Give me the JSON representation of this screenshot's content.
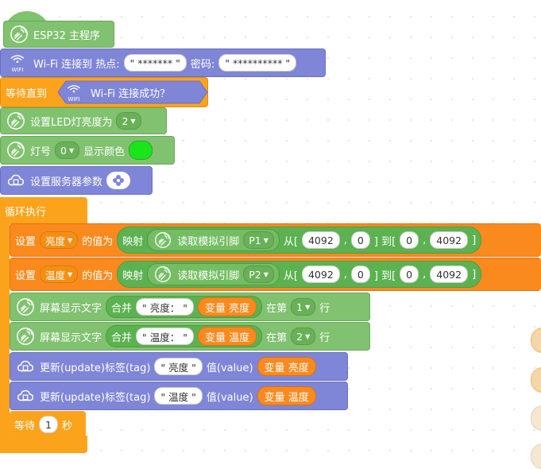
{
  "blocks": {
    "main": {
      "label": "ESP32 主程序"
    },
    "wifi_connect": {
      "label": "Wi-Fi 连接到 热点:",
      "ssid": "\" ******* \"",
      "pwd_label": "密码:",
      "pwd": "\" ********** \""
    },
    "wait_until": {
      "label": "等待直到",
      "cond": "Wi-Fi 连接成功？",
      "wifi_text": "WIFI"
    },
    "set_led": {
      "label": "设置LED灯亮度为",
      "value": "2"
    },
    "led_color": {
      "label": "灯号",
      "index": "0",
      "color_label": "显示颜色",
      "color": "#19e619"
    },
    "server_params": {
      "label": "设置服务器参数"
    },
    "loop": {
      "label": "循环执行"
    },
    "set_bright": {
      "set": "设置",
      "var": "亮度",
      "value_of": "的值为",
      "map": "映射",
      "read": "读取模拟引脚",
      "pin": "P1",
      "from": "从[",
      "a": "4092",
      "b": "0",
      "to": "] 到[",
      "c": "0",
      "d": "4092",
      "close": "]",
      "comma": ","
    },
    "set_temp": {
      "set": "设置",
      "var": "温度",
      "value_of": "的值为",
      "map": "映射",
      "read": "读取模拟引脚",
      "pin": "P2",
      "from": "从[",
      "a": "4092",
      "b": "0",
      "to": "] 到[",
      "c": "0",
      "d": "4092",
      "close": "]",
      "comma": ","
    },
    "screen1": {
      "label": "屏幕显示文字",
      "merge": "合并",
      "text": "\" 亮度： \"",
      "var_kw": "变量",
      "var": "亮度",
      "at_row": "在第",
      "row": "1",
      "row_suffix": "行"
    },
    "screen2": {
      "label": "屏幕显示文字",
      "merge": "合并",
      "text": "\" 温度： \"",
      "var_kw": "变量",
      "var": "温度",
      "at_row": "在第",
      "row": "2",
      "row_suffix": "行"
    },
    "update1": {
      "label": "更新(update)标签(tag)",
      "tag": "\" 亮度 \"",
      "value_label": "值(value)",
      "var_kw": "变量",
      "var": "亮度"
    },
    "update2": {
      "label": "更新(update)标签(tag)",
      "tag": "\" 温度 \"",
      "value_label": "值(value)",
      "var_kw": "变量",
      "var": "温度"
    },
    "wait": {
      "label": "等待",
      "value": "1",
      "unit": "秒"
    }
  },
  "colors": {
    "green": "#80c26f",
    "purple": "#7f86d8",
    "orange": "#fca31c"
  },
  "icons": [
    "satellite-icon",
    "wifi-icon",
    "cloud-icon",
    "gear-icon"
  ]
}
